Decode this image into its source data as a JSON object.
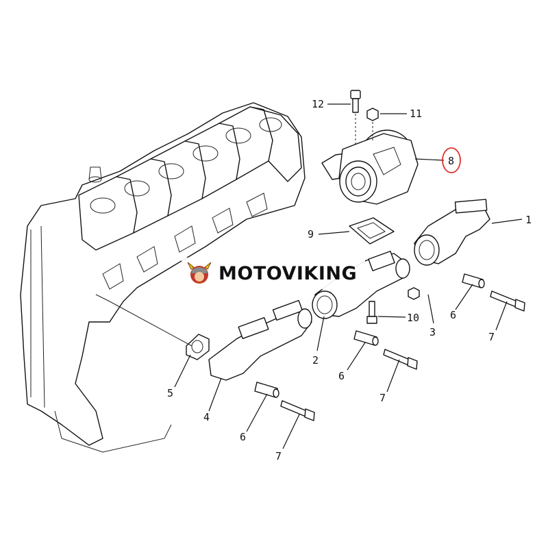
{
  "callouts": [
    "1",
    "2",
    "3",
    "4",
    "5",
    "6",
    "6",
    "6",
    "7",
    "7",
    "7",
    "8",
    "9",
    "10",
    "11",
    "12"
  ],
  "highlight": {
    "label": "8",
    "color": "#e0302a"
  },
  "watermark": {
    "text": "MOTOVIKING",
    "logo": "viking-mascot-logo"
  }
}
